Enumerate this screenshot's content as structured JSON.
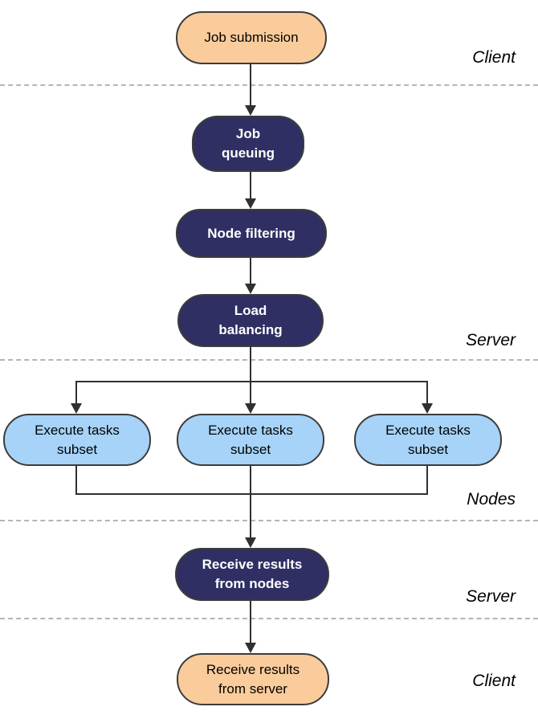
{
  "diagram": {
    "nodes": {
      "job_submission": {
        "label": "Job submission",
        "lane": "Client"
      },
      "job_queuing": {
        "label": "Job queuing",
        "lane": "Server"
      },
      "node_filtering": {
        "label": "Node filtering",
        "lane": "Server"
      },
      "load_balancing": {
        "label": "Load balancing",
        "lane": "Server"
      },
      "execute_1": {
        "label": "Execute tasks subset",
        "lane": "Nodes"
      },
      "execute_2": {
        "label": "Execute tasks subset",
        "lane": "Nodes"
      },
      "execute_3": {
        "label": "Execute tasks subset",
        "lane": "Nodes"
      },
      "receive_from_nodes": {
        "label": "Receive results from nodes",
        "lane": "Server"
      },
      "receive_from_server": {
        "label": "Receive results from server",
        "lane": "Client"
      }
    },
    "lane_labels": {
      "client_top": "Client",
      "server_mid": "Server",
      "nodes": "Nodes",
      "server_bottom": "Server",
      "client_bottom": "Client"
    },
    "colors": {
      "client_fill": "#FACC9B",
      "server_fill": "#2F2F63",
      "node_fill": "#A6D3F7",
      "border": "#3C3C3C",
      "connector": "#303030",
      "separator": "#B5B5B5"
    }
  }
}
